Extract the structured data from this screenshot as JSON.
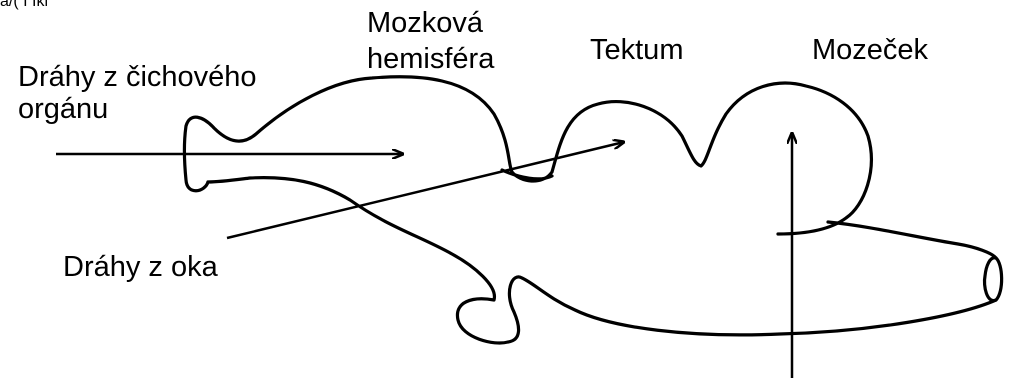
{
  "diagram": {
    "corner_text": "a/( I Iki",
    "labels": {
      "olfactory_pathways_line1": "Dráhy z čichového",
      "olfactory_pathways_line2": "orgánu",
      "hemisphere_line1": "Mozková",
      "hemisphere_line2": "hemisféra",
      "tectum": "Tektum",
      "cerebellum": "Mozeček",
      "eye_pathways": "Dráhy z oka"
    },
    "colors": {
      "ink": "#000000",
      "background": "#ffffff"
    }
  }
}
